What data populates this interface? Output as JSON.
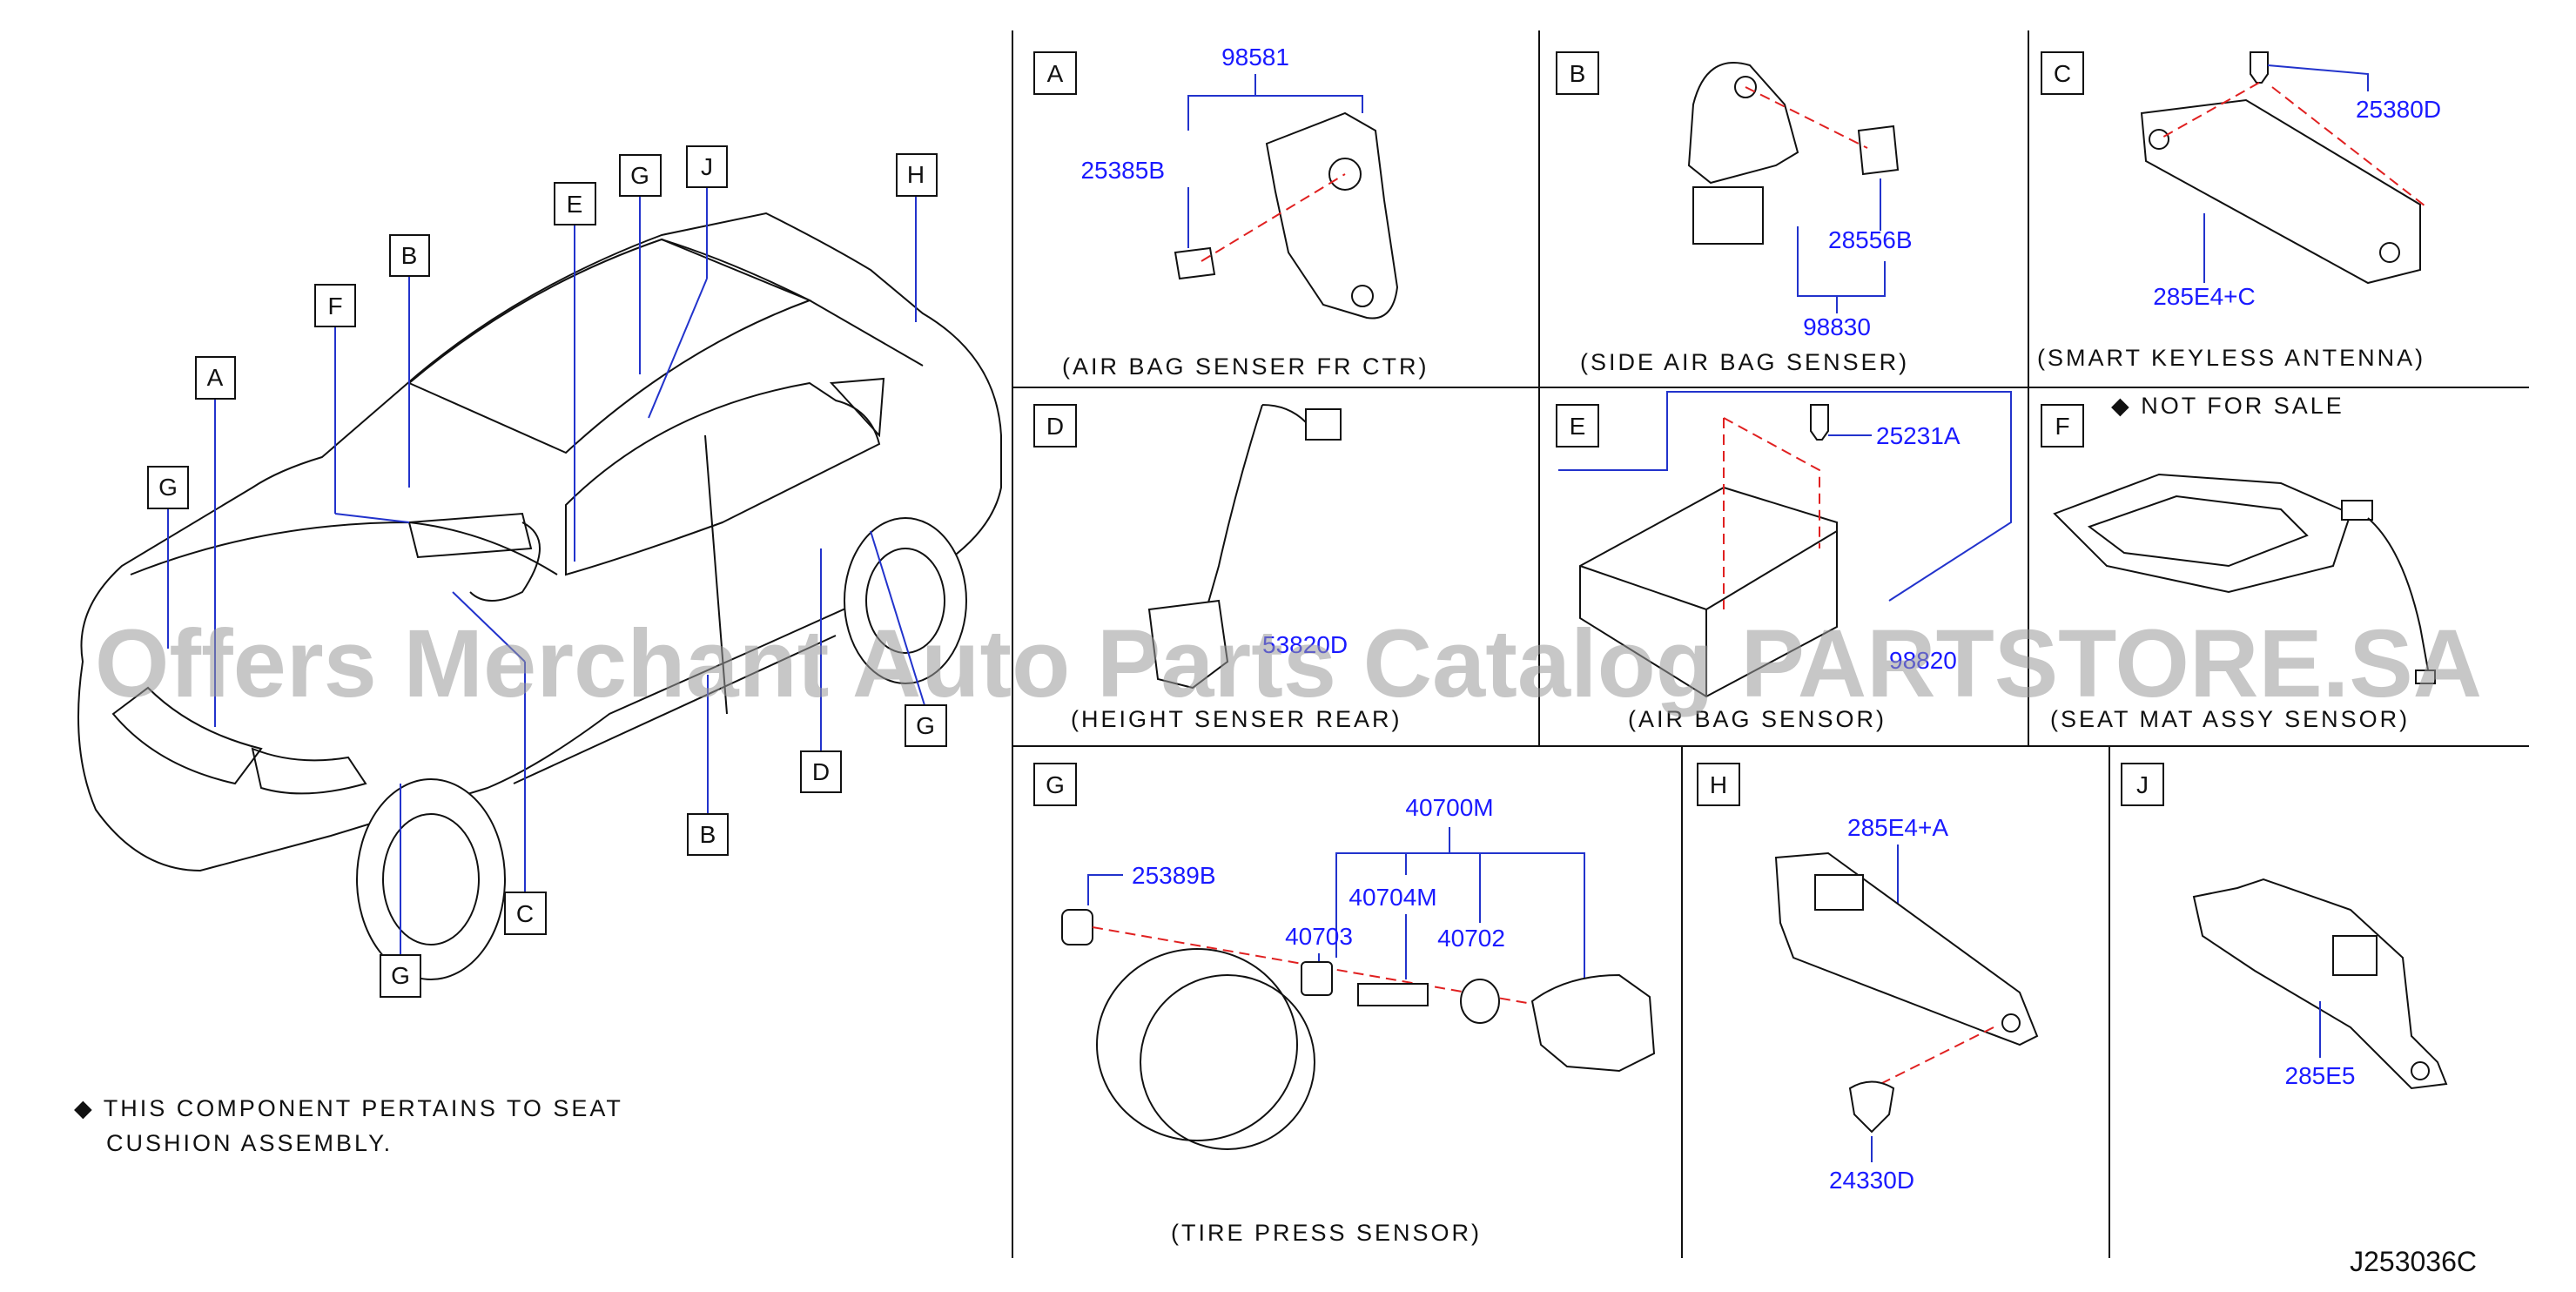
{
  "watermark": "Offers Merchant Auto Parts Catalog PARTSTORE.SA",
  "diagram_code": "J253036C",
  "footnote": {
    "line1": "◆ THIS  COMPONENT  PERTAINS  TO  SEAT",
    "line2": "CUSHION  ASSEMBLY."
  },
  "car_callouts": [
    "A",
    "B",
    "C",
    "D",
    "E",
    "F",
    "G",
    "H",
    "J"
  ],
  "panels": {
    "A": {
      "letter": "A",
      "caption": "(AIR  BAG  SENSER  FR  CTR)",
      "parts": [
        "98581",
        "25385B"
      ]
    },
    "B": {
      "letter": "B",
      "caption": "(SIDE  AIR  BAG  SENSER)",
      "parts": [
        "28556B",
        "98830"
      ]
    },
    "C": {
      "letter": "C",
      "caption": "(SMART  KEYLESS  ANTENNA)",
      "parts": [
        "25380D",
        "285E4+C"
      ]
    },
    "D": {
      "letter": "D",
      "caption": "(HEIGHT  SENSER  REAR)",
      "parts": [
        "53820D"
      ]
    },
    "E": {
      "letter": "E",
      "caption": "(AIR  BAG  SENSOR)",
      "parts": [
        "25231A",
        "98820"
      ]
    },
    "F": {
      "letter": "F",
      "caption": "(SEAT  MAT  ASSY  SENSOR)",
      "note": "◆ NOT  FOR  SALE"
    },
    "G": {
      "letter": "G",
      "caption": "(TIRE  PRESS  SENSOR)",
      "parts": [
        "40700M",
        "25389B",
        "40704M",
        "40703",
        "40702"
      ]
    },
    "H": {
      "letter": "H",
      "parts": [
        "285E4+A",
        "24330D"
      ]
    },
    "J": {
      "letter": "J",
      "parts": [
        "285E5"
      ]
    }
  },
  "colors": {
    "part_label": "#1a1aff",
    "guide_dash": "#e02020",
    "line": "#111111"
  }
}
